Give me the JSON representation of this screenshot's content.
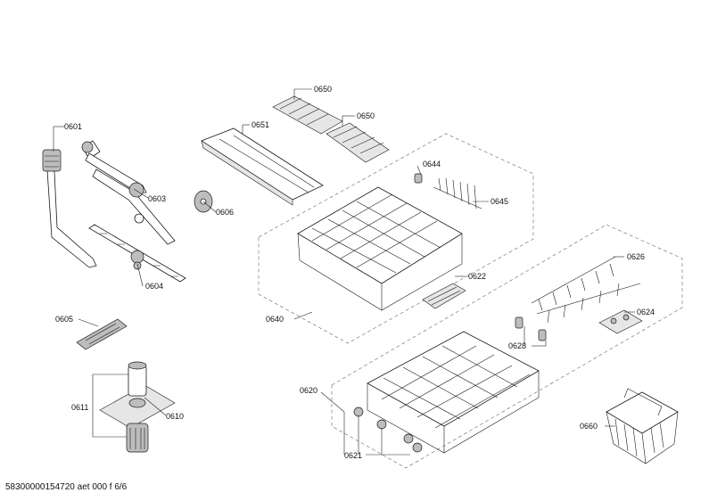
{
  "document": {
    "id_text": "58300000154720 aet 000 f 6/6"
  },
  "parts": [
    {
      "key": "p0601",
      "number": "0601"
    },
    {
      "key": "p0603",
      "number": "0603"
    },
    {
      "key": "p0604",
      "number": "0604"
    },
    {
      "key": "p0605",
      "number": "0605"
    },
    {
      "key": "p0606",
      "number": "0606"
    },
    {
      "key": "p0610",
      "number": "0610"
    },
    {
      "key": "p0611",
      "number": "0611"
    },
    {
      "key": "p0620",
      "number": "0620"
    },
    {
      "key": "p0621",
      "number": "0621"
    },
    {
      "key": "p0622",
      "number": "0622"
    },
    {
      "key": "p0624",
      "number": "0624"
    },
    {
      "key": "p0626",
      "number": "0626"
    },
    {
      "key": "p0628",
      "number": "0628"
    },
    {
      "key": "p0640",
      "number": "0640"
    },
    {
      "key": "p0644",
      "number": "0644"
    },
    {
      "key": "p0645",
      "number": "0645"
    },
    {
      "key": "p0650a",
      "number": "0650"
    },
    {
      "key": "p0650b",
      "number": "0650"
    },
    {
      "key": "p0651",
      "number": "0651"
    },
    {
      "key": "p0660",
      "number": "0660"
    }
  ]
}
